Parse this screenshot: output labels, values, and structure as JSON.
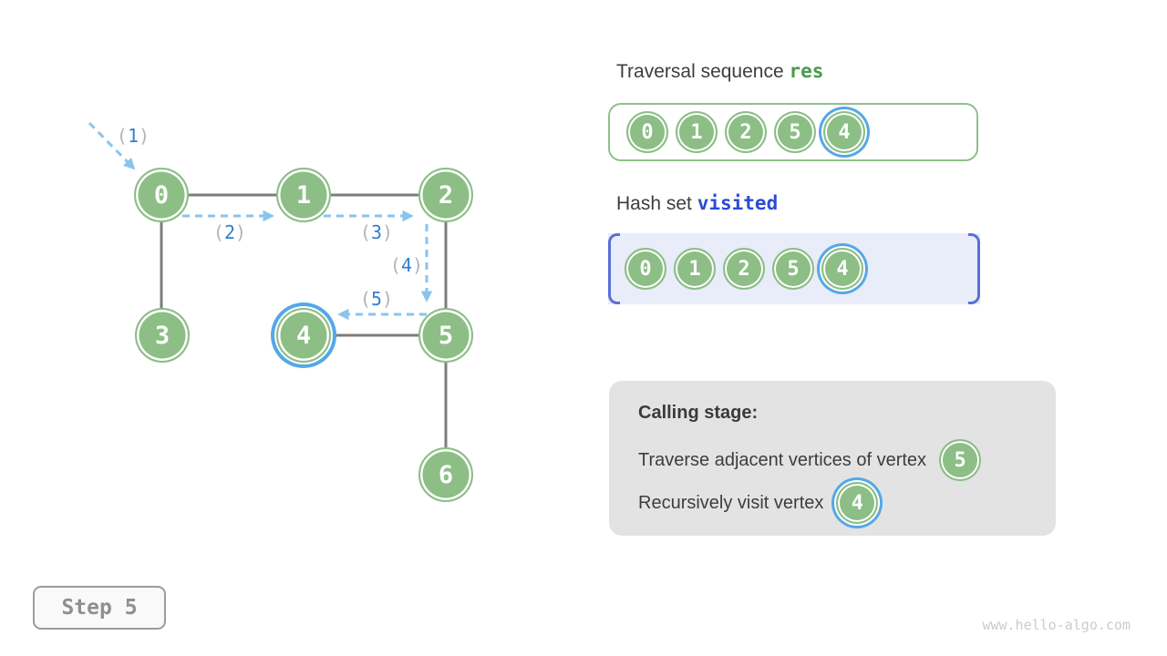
{
  "graph": {
    "nodes": [
      {
        "label": "0",
        "highlighted": false
      },
      {
        "label": "1",
        "highlighted": false
      },
      {
        "label": "2",
        "highlighted": false
      },
      {
        "label": "3",
        "highlighted": false
      },
      {
        "label": "4",
        "highlighted": true
      },
      {
        "label": "5",
        "highlighted": false
      },
      {
        "label": "6",
        "highlighted": false
      }
    ],
    "edges": [
      [
        "0",
        "1"
      ],
      [
        "1",
        "2"
      ],
      [
        "0",
        "3"
      ],
      [
        "2",
        "5"
      ],
      [
        "4",
        "5"
      ],
      [
        "5",
        "6"
      ]
    ],
    "step_labels": [
      {
        "open": "(",
        "value": "1",
        "close": ")"
      },
      {
        "open": "(",
        "value": "2",
        "close": ")"
      },
      {
        "open": "(",
        "value": "3",
        "close": ")"
      },
      {
        "open": "(",
        "value": "4",
        "close": ")"
      },
      {
        "open": "(",
        "value": "5",
        "close": ")"
      }
    ]
  },
  "res_panel": {
    "title_prefix": "Traversal sequence ",
    "title_code": "res",
    "items": [
      "0",
      "1",
      "2",
      "5",
      "4"
    ],
    "highlighted_index": 4
  },
  "visited_panel": {
    "title_prefix": "Hash set ",
    "title_code": "visited",
    "items": [
      "0",
      "1",
      "2",
      "5",
      "4"
    ],
    "highlighted_index": 4
  },
  "calling_panel": {
    "title": "Calling stage:",
    "lines": [
      {
        "text": "Traverse adjacent vertices of vertex",
        "vertex": "5",
        "highlighted": false
      },
      {
        "text": "Recursively visit vertex",
        "vertex": "4",
        "highlighted": true
      }
    ]
  },
  "footer": {
    "step_label": "Step 5",
    "watermark": "www.hello-algo.com"
  },
  "colors": {
    "node_green": "#8cbe86",
    "highlight_blue": "#54a8e6",
    "arrow_blue": "#8ac4ee",
    "edge_gray": "#7d7d7d",
    "step_num_blue": "#2f7fd1",
    "code_green": "#4a9a4f",
    "code_blue": "#2b4ad7",
    "visited_fill": "#e9ecf9",
    "bracket_blue": "#5a6fd8",
    "calling_fill": "#e3e3e3"
  }
}
